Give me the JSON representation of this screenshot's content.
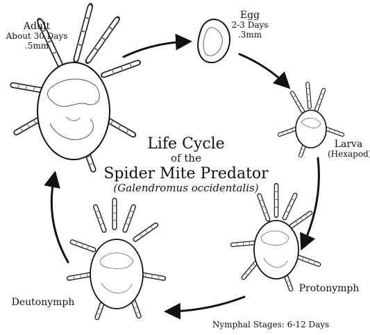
{
  "title": {
    "line1": "Life Cycle",
    "line2": "of the",
    "line3": "Spider Mite Predator",
    "scientific_name": "(Galendromus occidentalis)"
  },
  "stages": {
    "egg": {
      "name": "Egg",
      "duration": "2-3 Days",
      "size": ".3mm"
    },
    "larva": {
      "name": "Larva",
      "note": "(Hexapod)"
    },
    "protonymph": {
      "name": "Protonymph"
    },
    "deutonymph": {
      "name": "Deutonymph"
    },
    "adult": {
      "name": "Adult",
      "duration": "About 30 Days",
      "size": ".5mm"
    }
  },
  "nymphal_note": "Nymphal Stages: 6-12 Days"
}
